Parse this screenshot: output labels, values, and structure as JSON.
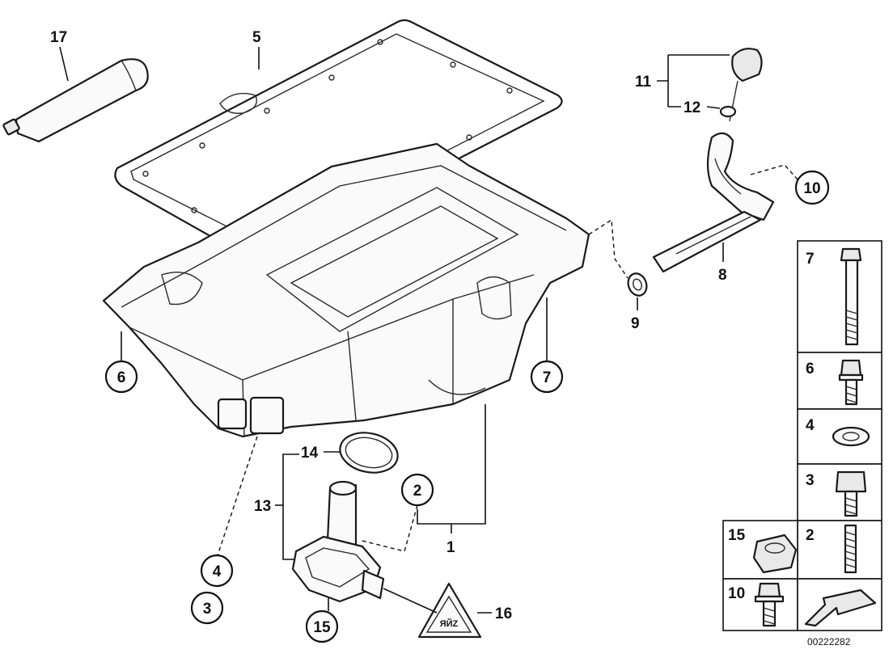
{
  "callouts": {
    "c1": "1",
    "c2": "2",
    "c3": "3",
    "c4": "4",
    "c5": "5",
    "c6": "6",
    "c7": "7",
    "c8": "8",
    "c9": "9",
    "c10": "10",
    "c11": "11",
    "c12": "12",
    "c13": "13",
    "c14": "14",
    "c15": "15",
    "c16": "16",
    "c17": "17"
  },
  "hardware_panel": {
    "rows": [
      {
        "label": "7",
        "part": "long bolt"
      },
      {
        "label": "6",
        "part": "collar bolt"
      },
      {
        "label": "4",
        "part": "washer"
      },
      {
        "label": "3",
        "part": "hex bolt"
      },
      {
        "label": "2",
        "part": "stud"
      },
      {
        "label": "15",
        "part": "hex nut"
      },
      {
        "label": "10",
        "part": "flange bolt"
      }
    ],
    "arrow_icon": "direction-arrow-icon"
  },
  "warning_triangle": {
    "text": "ЯЙZ"
  },
  "reference_number": "00222282"
}
